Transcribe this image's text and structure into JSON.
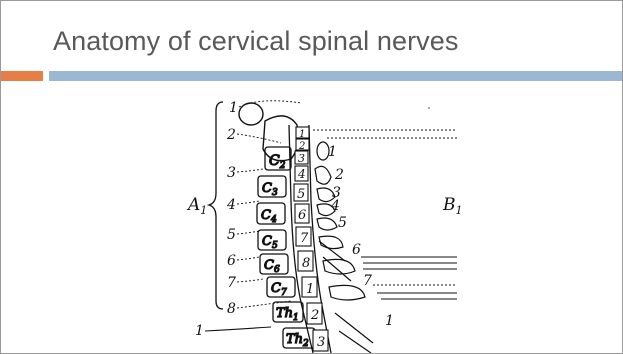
{
  "slide": {
    "title": "Anatomy of cervical spinal nerves",
    "accent_color": "#e67e46",
    "rule_color": "#9ab8d2"
  },
  "figure": {
    "group_labels": {
      "left": "A",
      "left_sub": "1",
      "right": "B",
      "right_sub": "1"
    },
    "left_numbers": [
      "1",
      "2",
      "3",
      "4",
      "5",
      "6",
      "7",
      "8"
    ],
    "left_bottom_number": "1",
    "vertebra_labels": [
      {
        "main": "C",
        "sub": "2"
      },
      {
        "main": "C",
        "sub": "3"
      },
      {
        "main": "C",
        "sub": "4"
      },
      {
        "main": "C",
        "sub": "5"
      },
      {
        "main": "C",
        "sub": "6"
      },
      {
        "main": "C",
        "sub": "7"
      },
      {
        "main": "Th",
        "sub": "1"
      },
      {
        "main": "Th",
        "sub": "2"
      }
    ],
    "cord_segments": [
      "1",
      "2",
      "3",
      "4",
      "5",
      "6",
      "7",
      "8",
      "1",
      "2",
      "3"
    ],
    "right_numbers": [
      "1",
      "2",
      "3",
      "4",
      "5",
      "6",
      "7",
      "1"
    ]
  }
}
